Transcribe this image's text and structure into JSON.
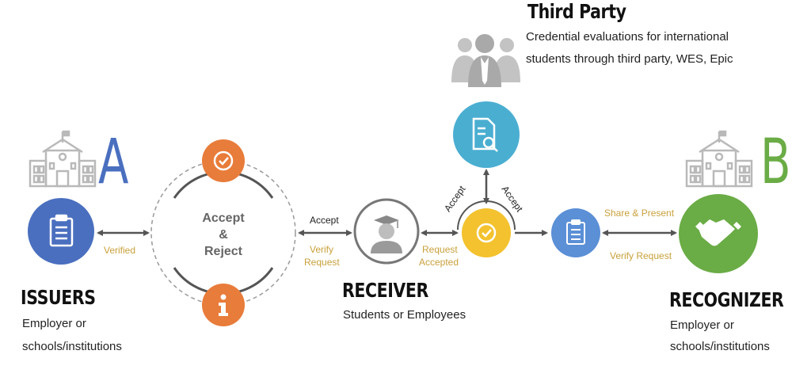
{
  "colors": {
    "blue": "#4a6fbf",
    "light_blue": "#5b8fd6",
    "orange": "#e87c3a",
    "yellow": "#f3c22e",
    "teal": "#4aaed1",
    "green": "#6aac45",
    "gold_text": "#c9a13b",
    "gray_icon": "#bcbcbc",
    "arrow": "#555555"
  },
  "third_party": {
    "title": "Third Party",
    "description_line1": "Credential evaluations for international",
    "description_line2": "students through third party, WES, Epic",
    "icon": "people-group-icon",
    "node_icon": "document-search-icon"
  },
  "issuers": {
    "letter": "A",
    "title": "ISSUERS",
    "line1": "Employer or",
    "line2": "schools/institutions",
    "building_icon": "school-building-icon",
    "node_icon": "clipboard-icon"
  },
  "recognizer": {
    "letter": "B",
    "title": "RECOGNIZER",
    "line1": "Employer or",
    "line2": "schools/institutions",
    "building_icon": "school-building-icon",
    "node_icon": "handshake-icon"
  },
  "receiver": {
    "title": "RECEIVER",
    "subtitle": "Students or Employees",
    "node_icon": "graduate-icon"
  },
  "cycle": {
    "line1": "Accept",
    "line2": "&",
    "line3": "Reject",
    "top_icon": "check-circle-icon",
    "bottom_icon": "info-icon"
  },
  "labels": {
    "verified": "Verified",
    "accept": "Accept",
    "verify_request_1": "Verify",
    "verify_request_2": "Request",
    "request_accepted_1": "Request",
    "request_accepted_2": "Accepted",
    "accept_left": "Accept",
    "accept_right": "Accept",
    "share_present": "Share & Present",
    "verify_request": "Verify Request"
  }
}
